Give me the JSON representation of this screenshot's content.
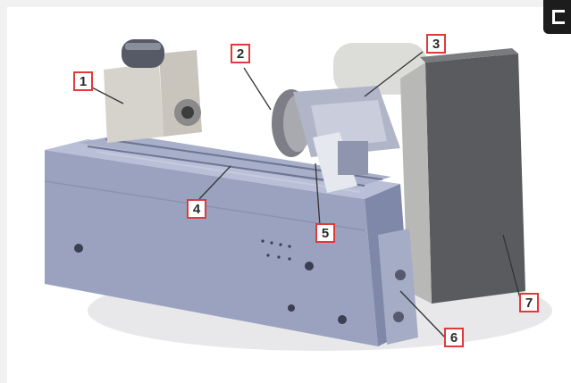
{
  "figure": {
    "callouts": [
      {
        "label": "1"
      },
      {
        "label": "2"
      },
      {
        "label": "3"
      },
      {
        "label": "4"
      },
      {
        "label": "5"
      },
      {
        "label": "6"
      },
      {
        "label": "7"
      }
    ],
    "colors": {
      "callout_border": "#e03a3a",
      "machine_body": "#9ea6c4",
      "motor": "#d8d8d8",
      "panel": "#5a5a5a"
    }
  },
  "corner_button": {
    "icon": "expand-icon"
  }
}
